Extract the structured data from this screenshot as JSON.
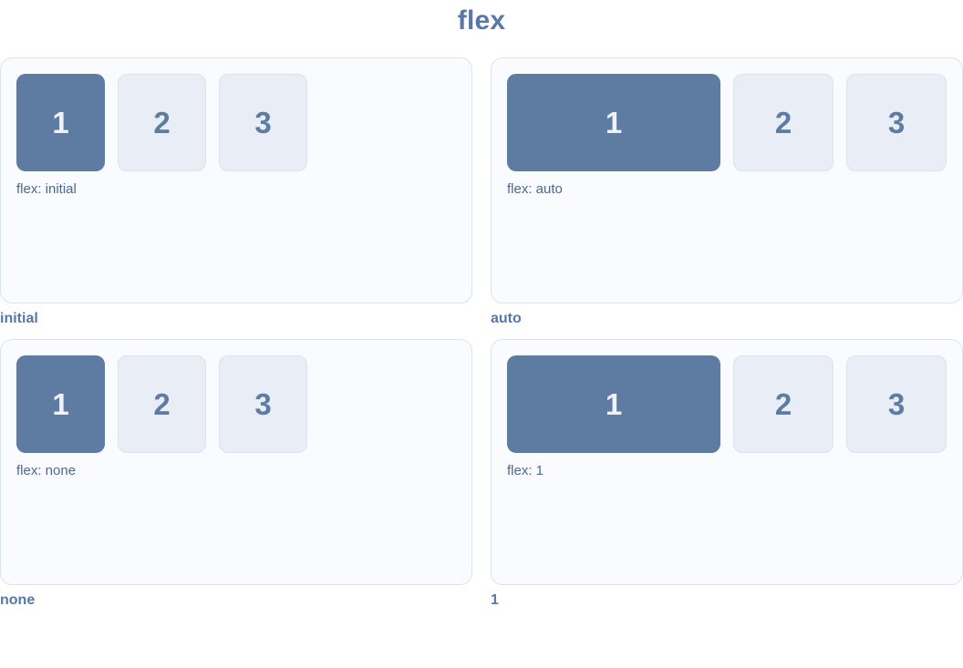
{
  "page": {
    "title": "flex"
  },
  "colors": {
    "title_text": "#5878a8",
    "item_primary_bg": "#5e7ca2",
    "item_primary_text": "#eff3f9",
    "item_light_bg": "#e9edf5",
    "item_light_border": "#dce3ef",
    "item_light_text": "#5d7ba3",
    "panel_bg": "#fafbfe",
    "panel_border": "#dce3ee",
    "caption_text": "#4a6a90",
    "label_text": "#5677a9"
  },
  "panels": [
    {
      "label": "initial",
      "caption": "flex: initial",
      "layout": "fixed",
      "boxes": [
        "1",
        "2",
        "3"
      ]
    },
    {
      "label": "auto",
      "caption": "flex: auto",
      "layout": "grow-first",
      "boxes": [
        "1",
        "2",
        "3"
      ]
    },
    {
      "label": "none",
      "caption": "flex: none",
      "layout": "fixed",
      "boxes": [
        "1",
        "2",
        "3"
      ]
    },
    {
      "label": "1",
      "caption": "flex: 1",
      "layout": "grow-first",
      "boxes": [
        "1",
        "2",
        "3"
      ]
    }
  ]
}
